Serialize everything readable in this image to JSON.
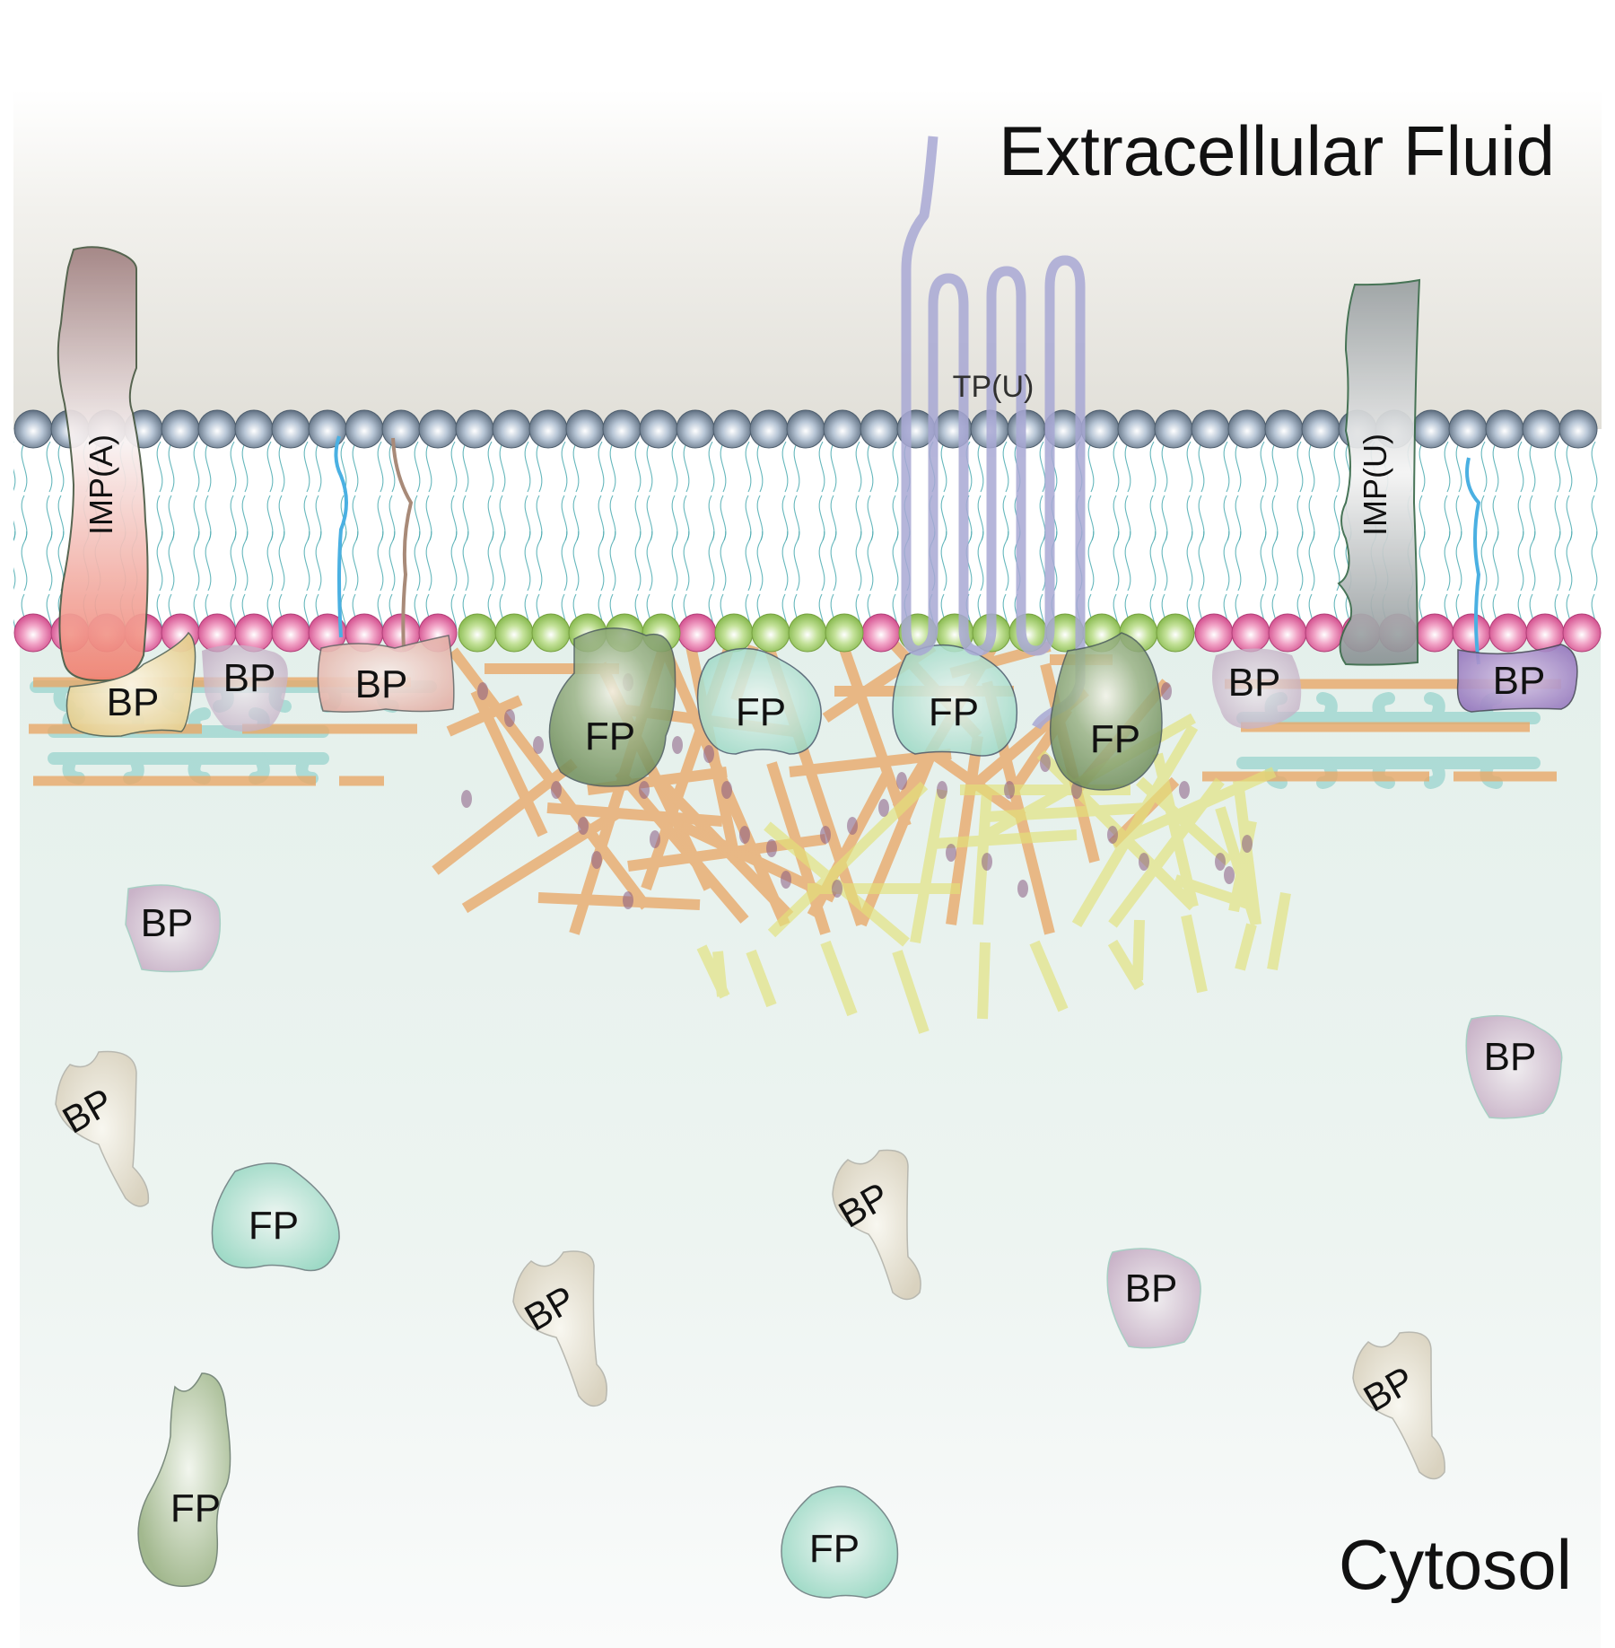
{
  "regions": {
    "extracellular_label": "Extracellular Fluid",
    "cytosol_label": "Cytosol"
  },
  "membrane_proteins": {
    "imp_a": "IMP(A)",
    "imp_u": "IMP(U)",
    "tp_u": "TP(U)"
  },
  "membrane_bound": [
    {
      "label": "BP",
      "color": "#e8d9a8"
    },
    {
      "label": "BP",
      "color": "#c9b7c9"
    },
    {
      "label": "BP",
      "color": "#e8c2b8"
    },
    {
      "label": "BP",
      "color": "#c9b7c9"
    },
    {
      "label": "BP",
      "color": "#a98ac8"
    }
  ],
  "cortex_proteins": [
    {
      "label": "FP",
      "color": "#8aa878"
    },
    {
      "label": "FP",
      "color": "#a8dccc"
    },
    {
      "label": "FP",
      "color": "#a8dccc"
    },
    {
      "label": "FP",
      "color": "#8aa878"
    }
  ],
  "cytosol_proteins": [
    {
      "label": "BP"
    },
    {
      "label": "BP"
    },
    {
      "label": "FP"
    },
    {
      "label": "BP"
    },
    {
      "label": "BP"
    },
    {
      "label": "BP"
    },
    {
      "label": "BP"
    },
    {
      "label": "BP"
    },
    {
      "label": "FP"
    },
    {
      "label": "FP"
    }
  ],
  "colors": {
    "outer_head": "#8a9aab",
    "inner_head_pink": "#e27aa8",
    "inner_head_green": "#a6cf6e",
    "tail": "#4aaab0",
    "actin": "#e9a868",
    "actin_yellow": "#e2e27a",
    "spectrin": "#8fd0cc",
    "transmembrane": "#a8a8d4",
    "cytosol_bg": "#e6f1ec",
    "extracellular_bg": "#e4e2dc"
  }
}
